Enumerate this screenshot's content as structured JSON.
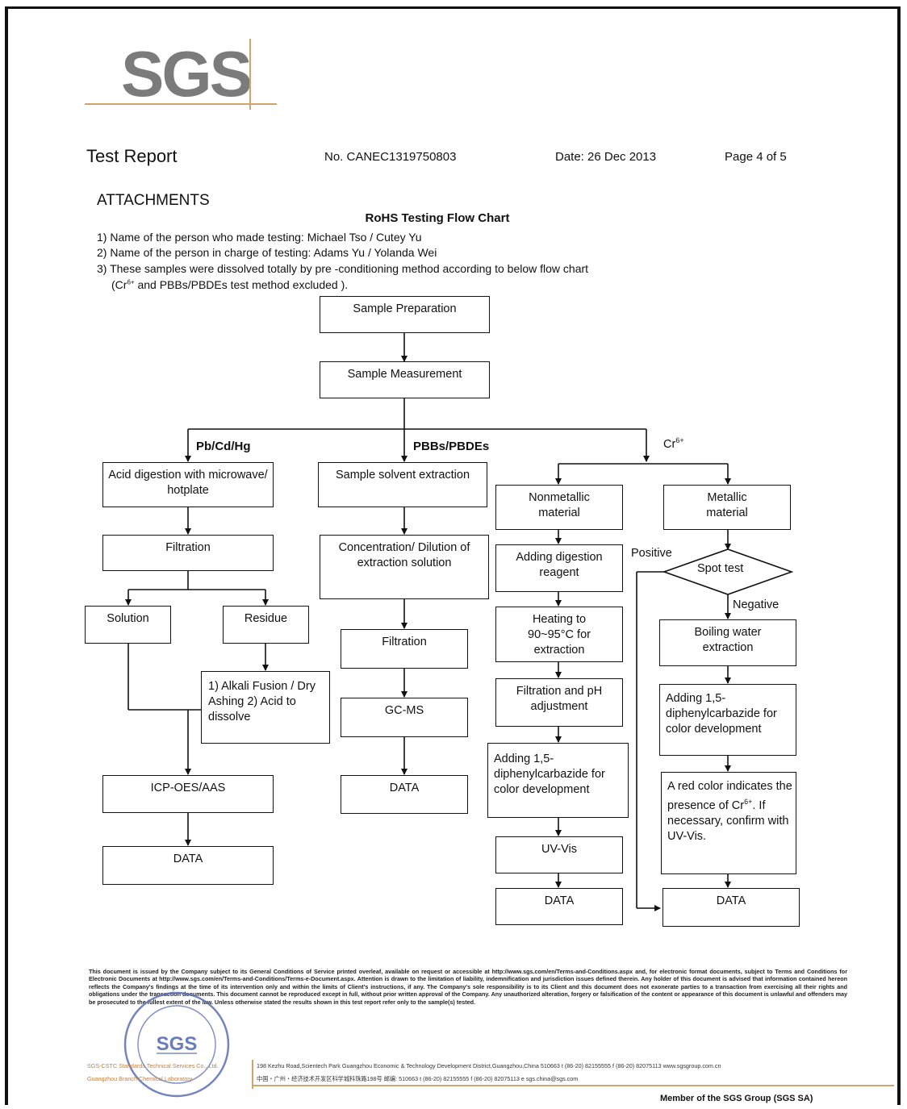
{
  "header": {
    "logo": "SGS",
    "title": "Test Report",
    "number": "No. CANEC1319750803",
    "date": "Date: 26 Dec 2013",
    "page": "Page 4 of 5"
  },
  "attachments_heading": "ATTACHMENTS",
  "chart_title": "RoHS Testing Flow Chart",
  "notes": [
    "1) Name of the person who made testing:  Michael Tso / Cutey Yu",
    "2) Name of the person in charge of testing:  Adams Yu / Yolanda Wei",
    "3) These samples were dissolved totally by pre -conditioning method according to below flow chart",
    "(Cr6+ and PBBs/PBDEs test method excluded )."
  ],
  "flow": {
    "sample_preparation": "Sample Preparation",
    "sample_measurement": "Sample Measurement",
    "branch_pb": "Pb/Cd/Hg",
    "branch_pbb": "PBBs/PBDEs",
    "branch_cr": "Cr6+",
    "acid_digestion": "Acid digestion with microwave/ hotplate",
    "filtration_left": "Filtration",
    "solution": "Solution",
    "residue": "Residue",
    "alkali_fusion": "1) Alkali Fusion / Dry Ashing 2) Acid to dissolve",
    "icp": "ICP-OES/AAS",
    "data_left": "DATA",
    "sample_solvent": "Sample solvent extraction",
    "concentration": "Concentration/ Dilution of extraction solution",
    "filtration_mid": "Filtration",
    "gcms": "GC-MS",
    "data_mid": "DATA",
    "nonmetallic": "Nonmetallic material",
    "adding_digestion": "Adding digestion reagent",
    "heating": "Heating to 90~95°C for extraction",
    "filtration_ph": "Filtration and pH adjustment",
    "adding_dpc_left": "Adding 1,5-diphenylcarbazide for color development",
    "uvvis": "UV-Vis",
    "data_nonmetal": "DATA",
    "metallic": "Metallic material",
    "positive": "Positive",
    "spot_test": "Spot test",
    "negative": "Negative",
    "boiling_water": "Boiling water extraction",
    "adding_dpc_right": "Adding 1,5-diphenylcarbazide for color development",
    "red_color": "A red color indicates the presence of Cr6+. If necessary, confirm with UV-Vis.",
    "data_metal": "DATA"
  },
  "disclaimer": "This document is issued by the Company subject to its General Conditions of Service printed overleaf, available on request or accessible at http://www.sgs.com/en/Terms-and-Conditions.aspx and, for electronic format documents, subject to Terms and Conditions for Electronic Documents at http://www.sgs.com/en/Terms-and-Conditions/Terms-e-Document.aspx. Attention is drawn to the limitation of liability, indemnification and jurisdiction issues defined therein. Any holder of this document is advised that information contained hereon reflects the Company's findings at the time of its intervention only and within the limits of Client's instructions, if any. The Company's sole responsibility is to its Client and this document does not exonerate parties to a transaction from exercising all their rights and obligations under the transaction documents. This document cannot be reproduced except in full, without prior written approval of the Company. Any unauthorized alteration, forgery or falsification of the content or appearance of this document is unlawful and offenders may be prosecuted to the fullest extent of the law. Unless otherwise stated the results shown in this test report refer only to the sample(s) tested.",
  "footer": {
    "company_en": "SGS-CSTC Standards Technical Services Co., Ltd.",
    "company_cn": "Guangzhou Branch Chemical Laboratory",
    "address_en": "198 Kezhu Road,Scientech Park Guangzhou Economic & Technology Development District,Guangzhou,China  510663   t (86-20) 82155555  f (86-20) 82075113   www.sgsgroup.com.cn",
    "address_cn": "中国・广州・经济技术开发区科学城科珠路198号          邮编: 510663   t (86-20) 82155555  f (86-20) 82075113   e sgs.china@sgs.com",
    "member": "Member of the SGS Group (SGS SA)"
  },
  "stamp_text": "SGS"
}
